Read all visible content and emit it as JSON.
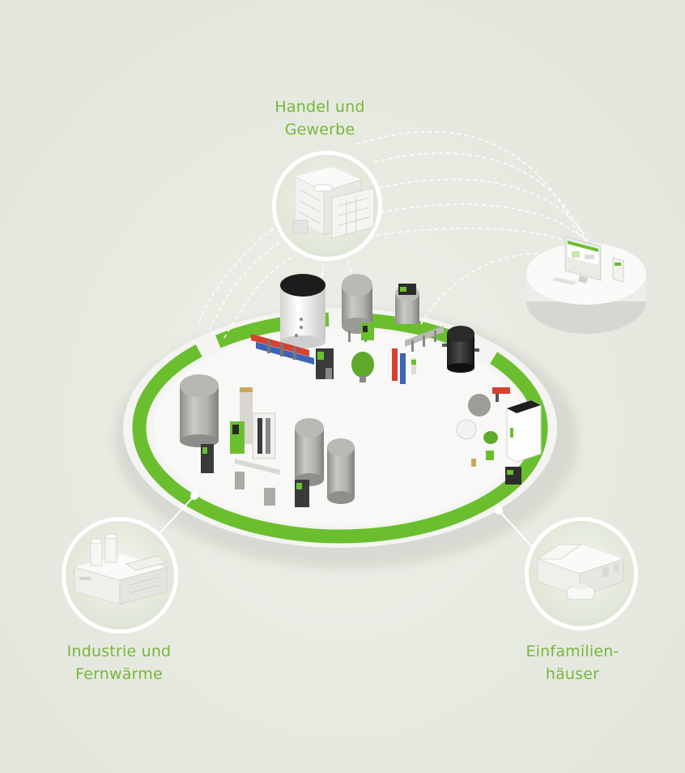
{
  "colors": {
    "background": "#e7e9e0",
    "accent_green": "#6bbf2e",
    "label_green": "#74b93a",
    "platform": "#f7f7f5",
    "tank_grey": "#a9aaa6",
    "tank_dark": "#2e2e2e",
    "pipe_red": "#d8402f",
    "pipe_blue": "#3d63b8"
  },
  "labels": {
    "handel": {
      "line1": "Handel und",
      "line2": "Gewerbe"
    },
    "industrie": {
      "line1": "Industrie und",
      "line2": "Fernwärme"
    },
    "einfamilien": {
      "line1": "Einfamilien-",
      "line2": "häuser"
    }
  },
  "icons": {
    "handel": "commercial-building-icon",
    "industrie": "factory-icon",
    "einfamilien": "house-with-car-icon",
    "monitor": "computer-monitor-icon"
  }
}
